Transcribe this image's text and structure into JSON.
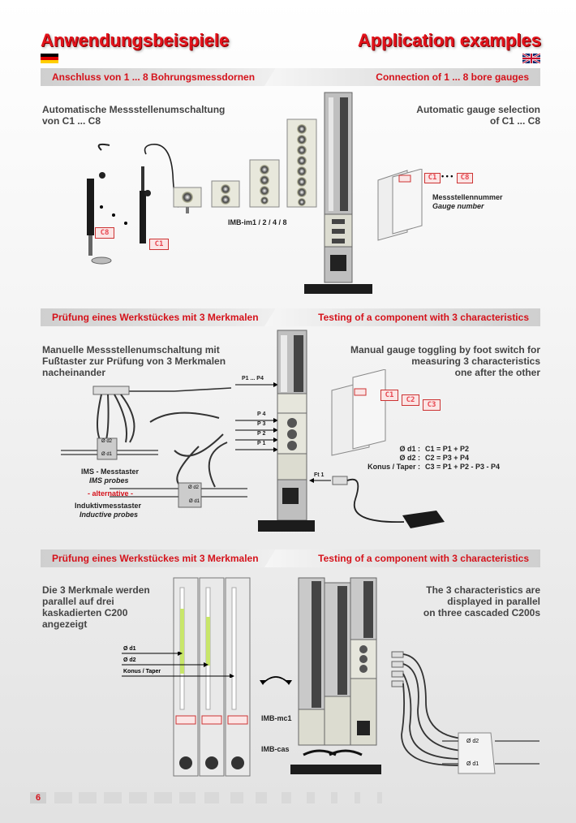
{
  "header": {
    "title_de": "Anwendungsbeispiele",
    "title_en": "Application examples"
  },
  "section1": {
    "band_de": "Anschluss von 1 ... 8 Bohrungsmessdornen",
    "band_en": "Connection of 1 ... 8 bore gauges",
    "desc_de": [
      "Automatische Messstellenumschaltung",
      "von C1 ... C8"
    ],
    "desc_en": [
      "Automatic gauge selection",
      "of C1 ... C8"
    ],
    "display_c8": "C8",
    "display_c1": "C1",
    "imb_label": "IMB-im1 / 2 / 4 / 8",
    "small_c1": "C1",
    "dots": "• • •",
    "small_c8": "C8",
    "gauge_number_de": "Messstellennummer",
    "gauge_number_en": "Gauge number"
  },
  "section2": {
    "band_de": "Prüfung eines Werkstückes mit 3 Merkmalen",
    "band_en": "Testing of a component with 3 characteristics",
    "desc_de": [
      "Manuelle Messstellenumschaltung mit",
      "Fußtaster zur Prüfung von 3 Merkmalen",
      "nacheinander"
    ],
    "desc_en": [
      "Manual gauge toggling by foot switch for",
      "measuring 3 characteristics",
      "one after the other"
    ],
    "p1p4": "P1 ... P4",
    "p4": "P 4",
    "p3": "P 3",
    "p2": "P 2",
    "p1": "P 1",
    "ft1": "Ft 1",
    "od1": "Ø d1",
    "od2": "Ø d2",
    "ims_de": "IMS - Messtaster",
    "ims_en": "IMS probes",
    "alternative": "- alternative -",
    "inductive_de": "Induktivmesstaster",
    "inductive_en": "Inductive probes",
    "disp_c1": "C1",
    "disp_c2": "C2",
    "disp_c3": "C3",
    "formulas": [
      {
        "label": "Ø d1 :",
        "value": "C1 = P1 + P2"
      },
      {
        "label": "Ø d2 :",
        "value": "C2 = P3 + P4"
      },
      {
        "label": "Konus / Taper :",
        "value": "C3 = P1 + P2 - P3 - P4"
      }
    ]
  },
  "section3": {
    "band_de": "Prüfung eines Werkstückes mit 3 Merkmalen",
    "band_en": "Testing of a component with 3 characteristics",
    "desc_de": [
      "Die 3 Merkmale werden",
      "parallel auf drei",
      "kaskadierten C200",
      "angezeigt"
    ],
    "desc_en": [
      "The 3 characteristics are",
      "displayed in parallel",
      "on three cascaded C200s"
    ],
    "od1": "Ø d1",
    "od2": "Ø d2",
    "konus": "Konus / Taper",
    "imb_mc1": "IMB-mc1",
    "imb_cas": "IMB-cas",
    "box_d2": "Ø d2",
    "box_d1": "Ø d1"
  },
  "footer": {
    "page_number": "6"
  },
  "colors": {
    "accent_red": "#d5121b",
    "band_grey": "#d4d4d4",
    "segment_display": "#e8454f"
  }
}
